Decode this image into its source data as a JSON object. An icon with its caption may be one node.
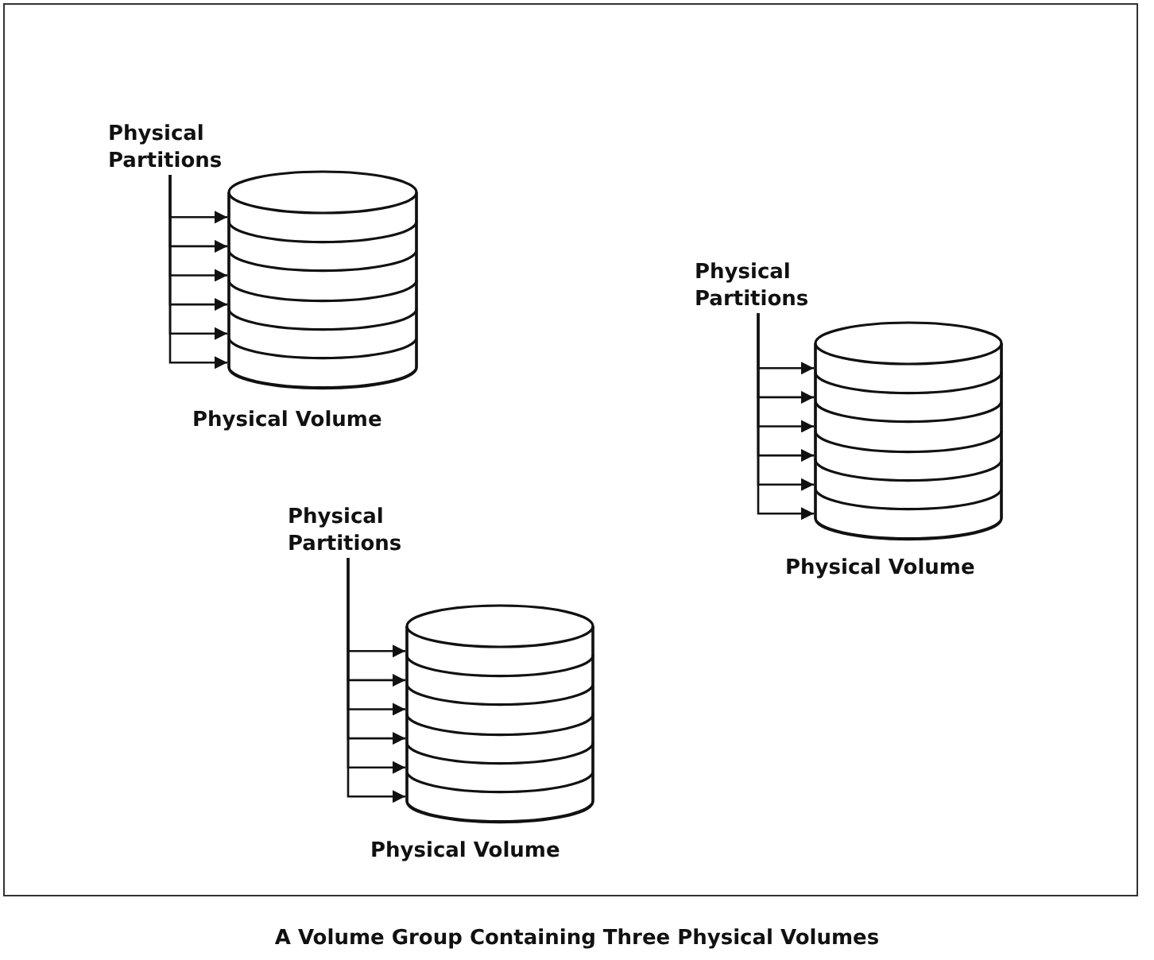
{
  "diagram": {
    "caption": "A Volume Group Containing Three Physical Volumes",
    "nodes": [
      {
        "text": [
          "Physical Partitions"
        ]
      },
      {
        "text": [],
        "shape": "cylinder",
        "beside": [
          "Physical Volume"
        ]
      },
      {
        "text": [],
        "shape": "bar",
        "in": 1
      },
      {
        "text": [],
        "shape": "bar",
        "in": 1
      },
      {
        "text": [],
        "shape": "bar",
        "in": 1
      },
      {
        "text": [],
        "shape": "bar",
        "in": 1
      },
      {
        "text": [],
        "shape": "bar",
        "in": 1
      },
      {
        "text": [],
        "shape": "bar",
        "in": 1
      },
      {
        "text": [
          "Physical Partitions"
        ]
      },
      {
        "text": [],
        "shape": "cylinder",
        "beside": [
          "Physical Volume"
        ]
      },
      {
        "text": [],
        "shape": "bar",
        "in": 9
      },
      {
        "text": [],
        "shape": "bar",
        "in": 9
      },
      {
        "text": [],
        "shape": "bar",
        "in": 9
      },
      {
        "text": [],
        "shape": "bar",
        "in": 9
      },
      {
        "text": [],
        "shape": "bar",
        "in": 9
      },
      {
        "text": [],
        "shape": "bar",
        "in": 9
      },
      {
        "text": [
          "Physical Partitions"
        ]
      },
      {
        "text": [],
        "shape": "cylinder",
        "beside": [
          "Physical Volume"
        ]
      },
      {
        "text": [],
        "shape": "bar",
        "in": 17
      },
      {
        "text": [],
        "shape": "bar",
        "in": 17
      },
      {
        "text": [],
        "shape": "bar",
        "in": 17
      },
      {
        "text": [],
        "shape": "bar",
        "in": 17
      },
      {
        "text": [],
        "shape": "bar",
        "in": 17
      },
      {
        "text": [],
        "shape": "bar",
        "in": 17
      }
    ],
    "edges": [
      {
        "from": 0,
        "to": 2,
        "arrow": "to"
      },
      {
        "from": 0,
        "to": 3,
        "arrow": "to"
      },
      {
        "from": 0,
        "to": 4,
        "arrow": "to"
      },
      {
        "from": 0,
        "to": 5,
        "arrow": "to"
      },
      {
        "from": 0,
        "to": 6,
        "arrow": "to"
      },
      {
        "from": 0,
        "to": 7,
        "arrow": "to"
      },
      {
        "from": 8,
        "to": 10,
        "arrow": "to"
      },
      {
        "from": 8,
        "to": 11,
        "arrow": "to"
      },
      {
        "from": 8,
        "to": 12,
        "arrow": "to"
      },
      {
        "from": 8,
        "to": 13,
        "arrow": "to"
      },
      {
        "from": 8,
        "to": 14,
        "arrow": "to"
      },
      {
        "from": 8,
        "to": 15,
        "arrow": "to"
      },
      {
        "from": 16,
        "to": 18,
        "arrow": "to"
      },
      {
        "from": 16,
        "to": 19,
        "arrow": "to"
      },
      {
        "from": 16,
        "to": 20,
        "arrow": "to"
      },
      {
        "from": 16,
        "to": 21,
        "arrow": "to"
      },
      {
        "from": 16,
        "to": 22,
        "arrow": "to"
      },
      {
        "from": 16,
        "to": 23,
        "arrow": "to"
      }
    ]
  }
}
